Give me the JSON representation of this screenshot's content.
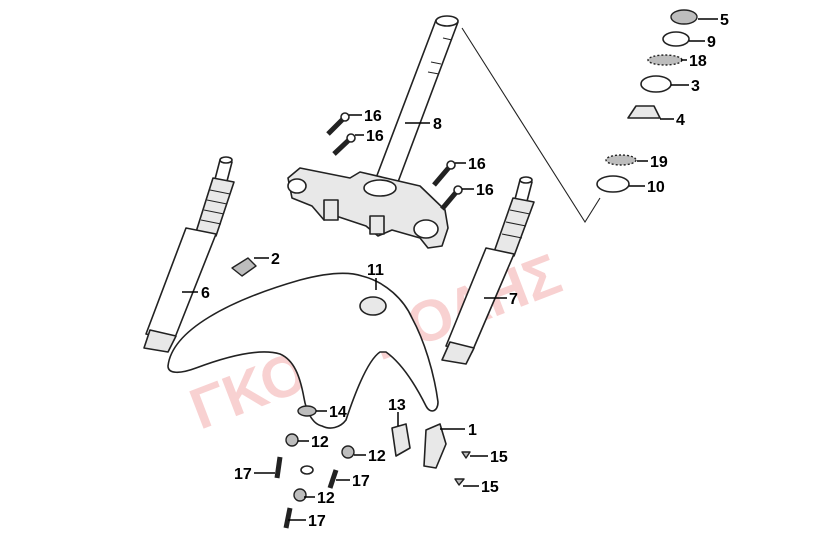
{
  "watermark": "ΓΚΟΡΓΚΟΛΗΣ",
  "watermark_color": "#f7c9c9",
  "callouts": {
    "c1": "1",
    "c2": "2",
    "c3": "3",
    "c4": "4",
    "c5": "5",
    "c6": "6",
    "c7": "7",
    "c8": "8",
    "c9": "9",
    "c10": "10",
    "c11": "11",
    "c12a": "12",
    "c12b": "12",
    "c12c": "12",
    "c13": "13",
    "c14": "14",
    "c15a": "15",
    "c15b": "15",
    "c16a": "16",
    "c16b": "16",
    "c16c": "16",
    "c16d": "16",
    "c17a": "17",
    "c17b": "17",
    "c17c": "17",
    "c18": "18",
    "c19": "19"
  }
}
